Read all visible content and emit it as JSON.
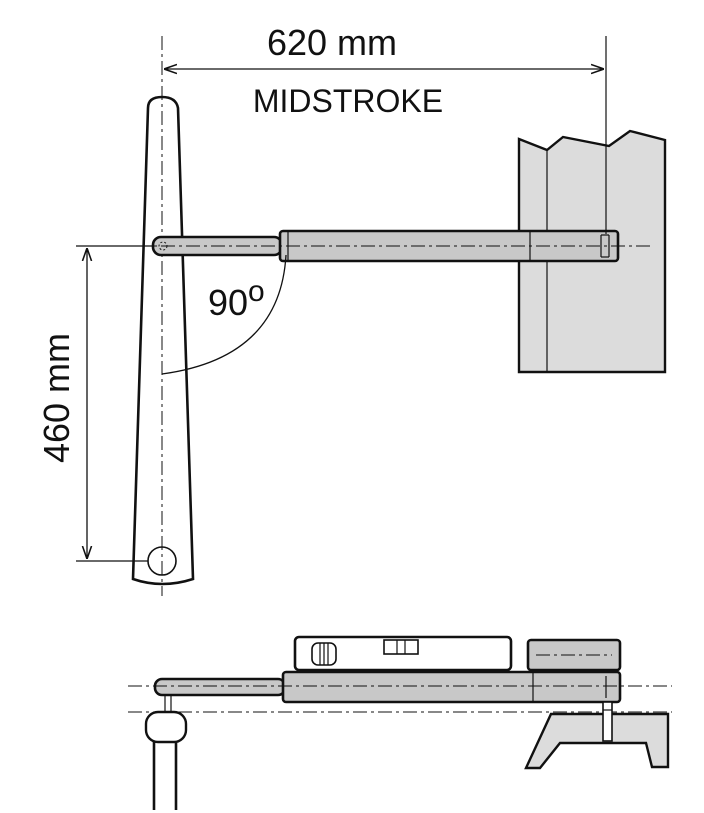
{
  "labels": {
    "horizontal_dimension": "620 mm",
    "stroke_position": "MIDSTROKE",
    "angle": "90",
    "angle_unit": "o",
    "vertical_dimension": "460 mm"
  },
  "colors": {
    "line": "#111111",
    "cylinder_fill": "#c8c8c8",
    "wall_fill": "#dcdcdc",
    "background": "#ffffff"
  }
}
